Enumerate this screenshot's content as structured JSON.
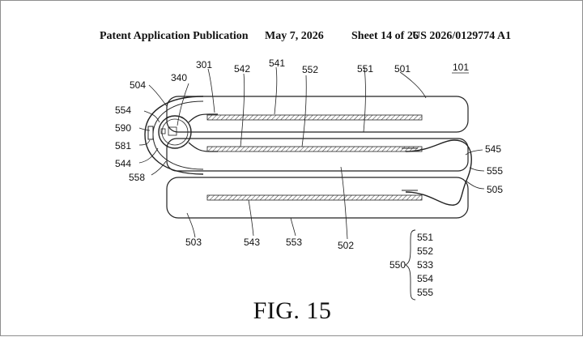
{
  "header": {
    "publication": "Patent Application Publication",
    "date": "May 7, 2026",
    "sheet": "Sheet 14 of 26",
    "number": "US 2026/0129774 A1"
  },
  "figure": {
    "title": "FIG. 15",
    "labels": {
      "l101": "101",
      "l301": "301",
      "l340": "340",
      "l501": "501",
      "l502": "502",
      "l503": "503",
      "l504": "504",
      "l505": "505",
      "l541": "541",
      "l542": "542",
      "l543": "543",
      "l544": "544",
      "l545": "545",
      "l551": "551",
      "l552": "552",
      "l553": "553",
      "l554": "554",
      "l555": "555",
      "l558": "558",
      "l581": "581",
      "l590": "590"
    },
    "group": {
      "label": "550",
      "items": [
        "551",
        "552",
        "533",
        "554",
        "555"
      ]
    }
  }
}
